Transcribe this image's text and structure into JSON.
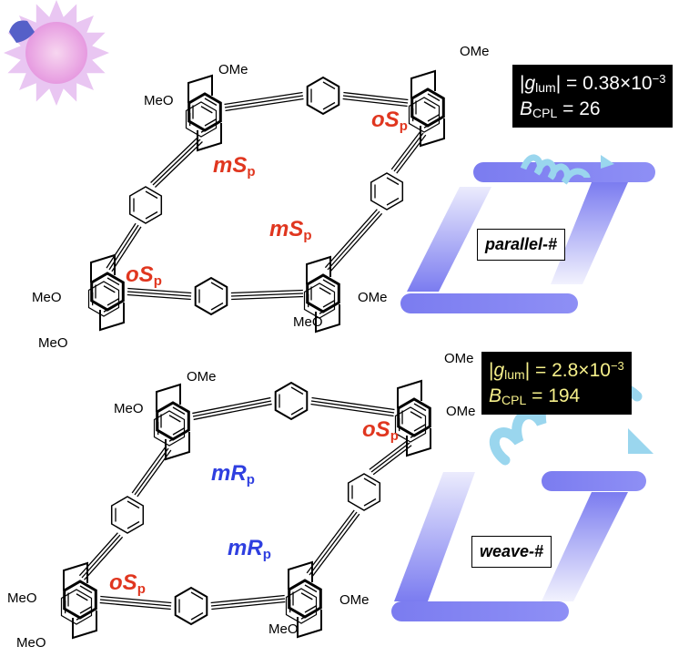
{
  "top_structure": {
    "labels": [
      {
        "prefix": "m",
        "main": "S",
        "sub": "p"
      },
      {
        "prefix": "o",
        "main": "S",
        "sub": "p"
      },
      {
        "prefix": "m",
        "main": "S",
        "sub": "p"
      },
      {
        "prefix": "o",
        "main": "S",
        "sub": "p"
      }
    ],
    "substituents": [
      "OMe",
      "MeO",
      "OMe",
      "MeO",
      "OMe",
      "MeO",
      "MeO"
    ],
    "info": {
      "g_label": "g",
      "g_sub": "lum",
      "g_value": "= 0.38×10",
      "g_exp": "−3",
      "b_label": "B",
      "b_sub": "CPL",
      "b_value": "= 26"
    },
    "arrangement_tag": "parallel-#"
  },
  "bottom_structure": {
    "labels": [
      {
        "prefix": "m",
        "main": "R",
        "sub": "p"
      },
      {
        "prefix": "o",
        "main": "S",
        "sub": "p"
      },
      {
        "prefix": "m",
        "main": "R",
        "sub": "p"
      },
      {
        "prefix": "o",
        "main": "S",
        "sub": "p"
      }
    ],
    "substituents": [
      "OMe",
      "MeO",
      "OMe",
      "OMe",
      "MeO",
      "OMe",
      "MeO",
      "MeO"
    ],
    "info": {
      "g_label": "g",
      "g_sub": "lum",
      "g_value": "= 2.8×10",
      "g_exp": "−3",
      "b_label": "B",
      "b_sub": "CPL",
      "b_value": "= 194"
    },
    "arrangement_tag": "weave-#"
  },
  "colors": {
    "s_label": "#e0361f",
    "r_label": "#2f3fe0",
    "bar": "#7b7cf0",
    "helix": "#9ad6ee"
  }
}
